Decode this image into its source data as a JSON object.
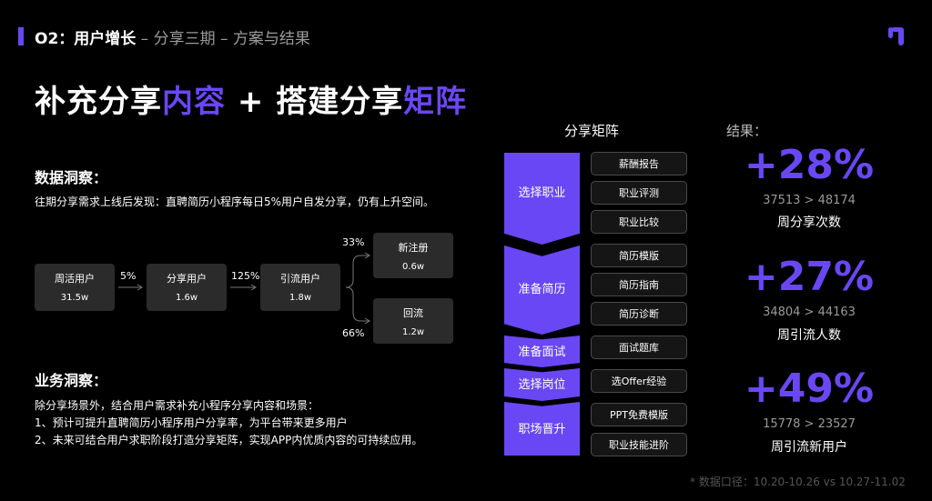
{
  "header": {
    "section": "O2：",
    "title": "用户增长",
    "subtitle": " – 分享三期 – 方案与结果"
  },
  "main_title": {
    "p1": "补充分享",
    "p2": "内容",
    "p3": " + 搭建分享",
    "p4": "矩阵"
  },
  "data_insight": {
    "heading": "数据洞察：",
    "text": "往期分享需求上线后发现：直聘简历小程序每日5%用户自发分享，仍有上升空间。"
  },
  "flow": {
    "boxes": [
      {
        "label": "周活用户",
        "value": "31.5w"
      },
      {
        "label": "分享用户",
        "value": "1.6w"
      },
      {
        "label": "引流用户",
        "value": "1.8w"
      },
      {
        "label": "新注册",
        "value": "0.6w"
      },
      {
        "label": "回流",
        "value": "1.2w"
      }
    ],
    "rates": [
      "5%",
      "125%",
      "33%",
      "66%"
    ]
  },
  "business_insight": {
    "heading": "业务洞察：",
    "lines": [
      "除分享场景外，结合用户需求补充小程序分享内容和场景：",
      "1、预计可提升直聘简历小程序用户分享率，为平台带来更多用户",
      "2、未来可结合用户求职阶段打造分享矩阵，实现APP内优质内容的可持续应用。"
    ]
  },
  "matrix": {
    "title": "分享矩阵",
    "stages": [
      "选择职业",
      "准备简历",
      "准备面试",
      "选择岗位",
      "职场晋升"
    ],
    "items": [
      "薪酬报告",
      "职业评测",
      "职业比较",
      "简历模版",
      "简历指南",
      "简历诊断",
      "面试题库",
      "选Offer经验",
      "PPT免费模版",
      "职业技能进阶"
    ]
  },
  "results": {
    "title": "结果：",
    "items": [
      {
        "pct": "+28%",
        "range": "37513 > 48174",
        "metric": "周分享次数"
      },
      {
        "pct": "+27%",
        "range": "34804 > 44163",
        "metric": "周引流人数"
      },
      {
        "pct": "+49%",
        "range": "15778 > 23527",
        "metric": "周引流新用户"
      }
    ]
  },
  "footnote": "* 数据口径：10.20-10.26 vs 10.27-11.02",
  "colors": {
    "accent": "#6a47f5",
    "background": "#000000",
    "box": "#2b2b2b"
  }
}
